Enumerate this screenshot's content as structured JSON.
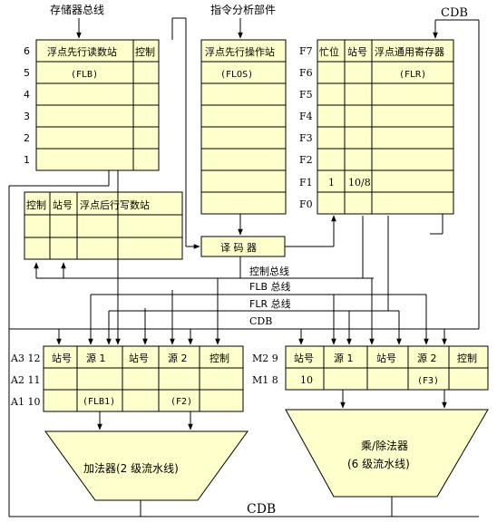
{
  "top_labels": {
    "memory_bus": "存储器总线",
    "instr_unit": "指令分析部件",
    "cdb_top": "CDB"
  },
  "flb": {
    "title": "浮点先行读数站",
    "control": "控制",
    "tag": "(FLB)",
    "rows": [
      "6",
      "5",
      "4",
      "3",
      "2",
      "1"
    ]
  },
  "flos": {
    "title": "浮点先行操作站",
    "tag": "(FLOS)"
  },
  "flr": {
    "busy": "忙位",
    "station": "站号",
    "title": "浮点通用寄存器",
    "tag": "(FLR)",
    "rows": [
      "F7",
      "F6",
      "F5",
      "F4",
      "F3",
      "F2",
      "F1",
      "F0"
    ],
    "f1_busy": "1",
    "f1_station": "10/8"
  },
  "fsb": {
    "control": "控制",
    "station": "站号",
    "title": "浮点后行写数站"
  },
  "decoder": "译 码 器",
  "buses": {
    "control": "控制总线",
    "flb": "FLB 总线",
    "flr": "FLR 总线",
    "cdb": "CDB",
    "cdb_bottom": "CDB"
  },
  "adder_rs": {
    "headers": [
      "站号",
      "源 1",
      "站号",
      "源 2",
      "控制"
    ],
    "row_labels": [
      "A3 12",
      "A2 11",
      "A1 10"
    ],
    "src1": "(FLB1)",
    "src2": "(F2)"
  },
  "mul_rs": {
    "headers": [
      "站号",
      "源 1",
      "站号",
      "源 2",
      "控制"
    ],
    "row_labels": [
      "M2 9",
      "M1 8"
    ],
    "station": "10",
    "src2": "(F3)"
  },
  "adder": {
    "line1": "加法器(2 级流水线)"
  },
  "multiplier": {
    "line1": "乘/除法器",
    "line2": "(6 级流水线)"
  }
}
